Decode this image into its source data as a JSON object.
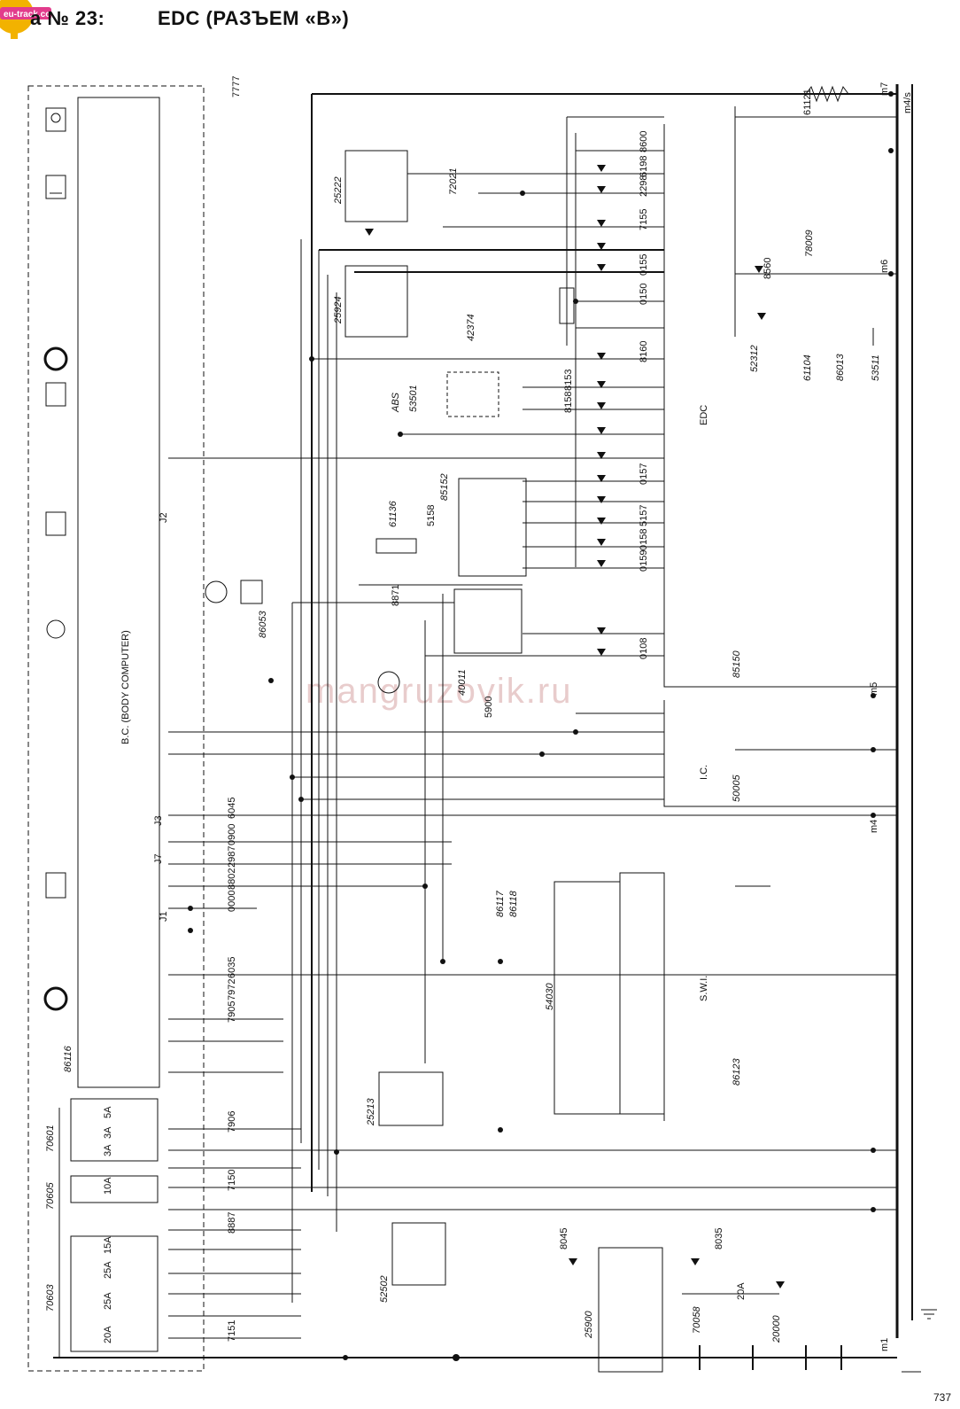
{
  "header": {
    "logo_text": "eu-track.co",
    "number": "а № 23:",
    "title": "EDC (РАЗЪЕМ «В»)"
  },
  "watermark": "mangruzovik.ru",
  "page_number": "737",
  "left_column_icons": [
    "person-icon",
    "heater-icon",
    "speaker-icon",
    "stop-icon",
    "gauge-icon",
    "clock-icon",
    "edc-box-icon",
    "steering-icon"
  ],
  "modules": {
    "body_computer": "B.C. (BODY COMPUTER)",
    "body_computer_code": "86116",
    "edc": "EDC",
    "ic": "I.C.",
    "ic_code": "50005",
    "swi": "S.W.I.",
    "edc_code": "85150",
    "abs": "ABS",
    "abs_code": "53501"
  },
  "connectors": [
    "J1",
    "J2",
    "J3",
    "J7"
  ],
  "component_codes": [
    "25222",
    "25924",
    "72021",
    "42374",
    "85152",
    "61136",
    "40011",
    "54030",
    "86123",
    "25213",
    "52502",
    "25900",
    "70058",
    "20000",
    "78009",
    "52312",
    "61104",
    "86013",
    "53511",
    "86117",
    "86118",
    "70601",
    "70605",
    "70603",
    "86053"
  ],
  "wire_codes": [
    "7777",
    "0150",
    "8600",
    "6198",
    "2298",
    "7155",
    "0155",
    "8160",
    "8153",
    "8158",
    "0157",
    "5158",
    "5157",
    "0158",
    "0159",
    "8871",
    "0108",
    "5900",
    "6045",
    "0900",
    "2987",
    "8802",
    "0000",
    "6035",
    "7972",
    "7905",
    "7906",
    "7150",
    "8887",
    "7151",
    "8045",
    "8035",
    "8560",
    "61121"
  ],
  "fuses": {
    "f70601": [
      "5A",
      "3A",
      "3A"
    ],
    "f70605": [
      "10A"
    ],
    "f70603": [
      "15A",
      "25A",
      "25A",
      "20A"
    ],
    "main": "20A"
  },
  "ground_refs": [
    "m7",
    "m4/s",
    "m6",
    "m5",
    "m4",
    "m1"
  ],
  "colors": {
    "line": "#111111",
    "watermark": "#c07070",
    "logo": "#f2b200"
  }
}
